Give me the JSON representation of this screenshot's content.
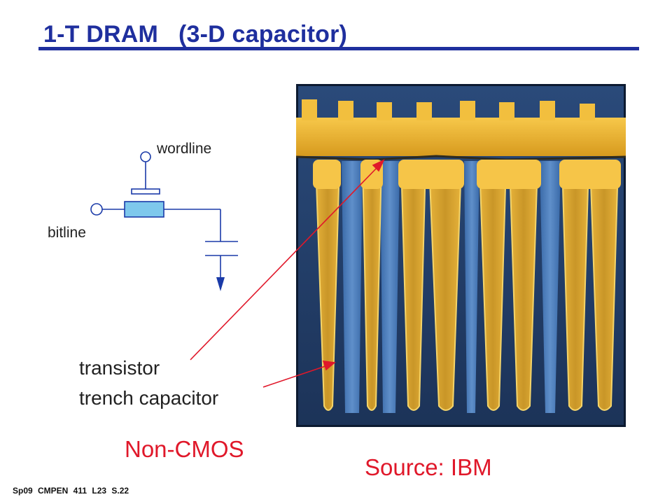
{
  "slide": {
    "title": "1-T DRAM   (3-D capacitor)",
    "circuit": {
      "wordline_label": "wordline",
      "bitline_label": "bitline"
    },
    "labels": {
      "transistor": "transistor",
      "trench_capacitor": "trench capacitor"
    },
    "note": "Non-CMOS",
    "source": "Source: IBM",
    "footer": "Sp09 CMPEN 411 L23 S.22",
    "colors": {
      "title": "#1f2f9e",
      "accent_red": "#e0182a",
      "transistor_fill": "#7ec8ec",
      "circuit_line": "#1a3aa8"
    }
  }
}
